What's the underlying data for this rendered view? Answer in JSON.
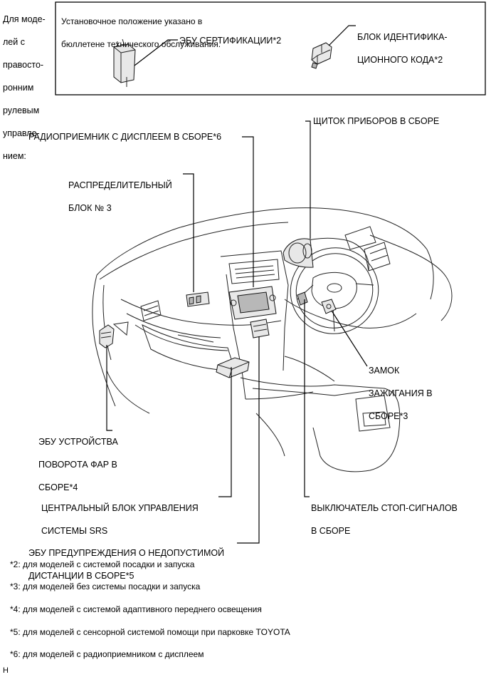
{
  "side_note": "Для моделей с правосторонним рулевым управлением:",
  "side_note_lines": [
    "Для моде-",
    "лей с",
    "правосто-",
    "ронним",
    "рулевым",
    "управле-",
    "нием:"
  ],
  "inset": {
    "note_lines": [
      "Установочное положение указано в",
      "бюллетене технического обслуживания."
    ],
    "ecu_label": "ЭБУ СЕРТИФИКАЦИИ*2",
    "id_box_label_lines": [
      "БЛОК ИДЕНТИФИКА-",
      "ЦИОННОГО КОДА*2"
    ]
  },
  "labels": {
    "combination_meter": "ЩИТОК ПРИБОРОВ В СБОРЕ",
    "radio": "РАДИОПРИЕМНИК С ДИСПЛЕЕМ В СБОРЕ*6",
    "junction_block_lines": [
      "РАСПРЕДЕЛИТЕЛЬНЫЙ",
      "БЛОК № 3"
    ],
    "ignition_lines": [
      "ЗАМОК",
      "ЗАЖИГАНИЯ В",
      "СБОРЕ*3"
    ],
    "headlamp_ecu_lines": [
      "ЭБУ УСТРОЙСТВА",
      "ПОВОРОТА ФАР В",
      "СБОРЕ*4"
    ],
    "srs_lines": [
      "ЦЕНТРАЛЬНЫЙ БЛОК УПРАВЛЕНИЯ",
      "СИСТЕМЫ SRS"
    ],
    "stop_lamp_lines": [
      "ВЫКЛЮЧАТЕЛЬ СТОП-СИГНАЛОВ",
      "В СБОРЕ"
    ],
    "clearance_ecu_lines": [
      "ЭБУ ПРЕДУПРЕЖДЕНИЯ О НЕДОПУСТИМОЙ",
      "ДИСТАНЦИИ В СБОРЕ*5"
    ]
  },
  "footnotes": [
    "*2: для моделей с системой посадки и запуска",
    "*3: для моделей без системы посадки и запуска",
    "*4: для моделей с системой адаптивного переднего освещения",
    "*5: для моделей с сенсорной системой помощи при парковке TOYOTA",
    "*6: для моделей с радиоприемником с дисплеем"
  ],
  "figure_code": "H"
}
